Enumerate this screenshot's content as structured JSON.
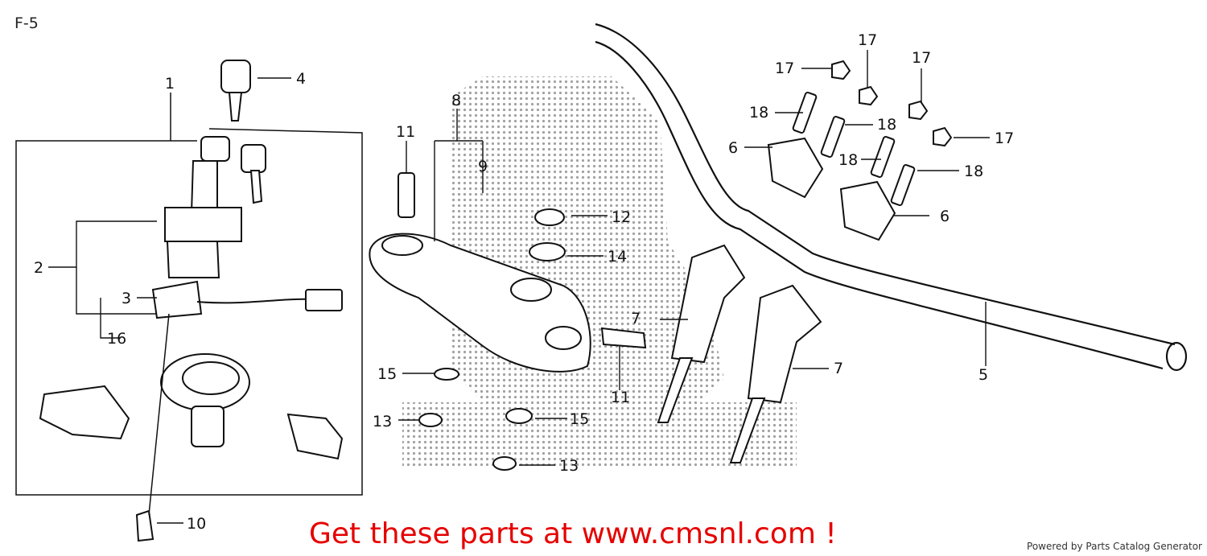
{
  "diagram_code": "F-5",
  "callouts": {
    "c1": "1",
    "c2": "2",
    "c3": "3",
    "c4": "4",
    "c5": "5",
    "c6a": "6",
    "c6b": "6",
    "c7a": "7",
    "c7b": "7",
    "c8": "8",
    "c9": "9",
    "c10": "10",
    "c11a": "11",
    "c11b": "11",
    "c12": "12",
    "c13a": "13",
    "c13b": "13",
    "c14": "14",
    "c15a": "15",
    "c15b": "15",
    "c16": "16",
    "c17a": "17",
    "c17b": "17",
    "c17c": "17",
    "c17d": "17",
    "c18a": "18",
    "c18b": "18",
    "c18c": "18",
    "c18d": "18"
  },
  "cta_text": "Get these parts at www.cmsnl.com !",
  "powered_by": "Powered by Parts Catalog Generator"
}
